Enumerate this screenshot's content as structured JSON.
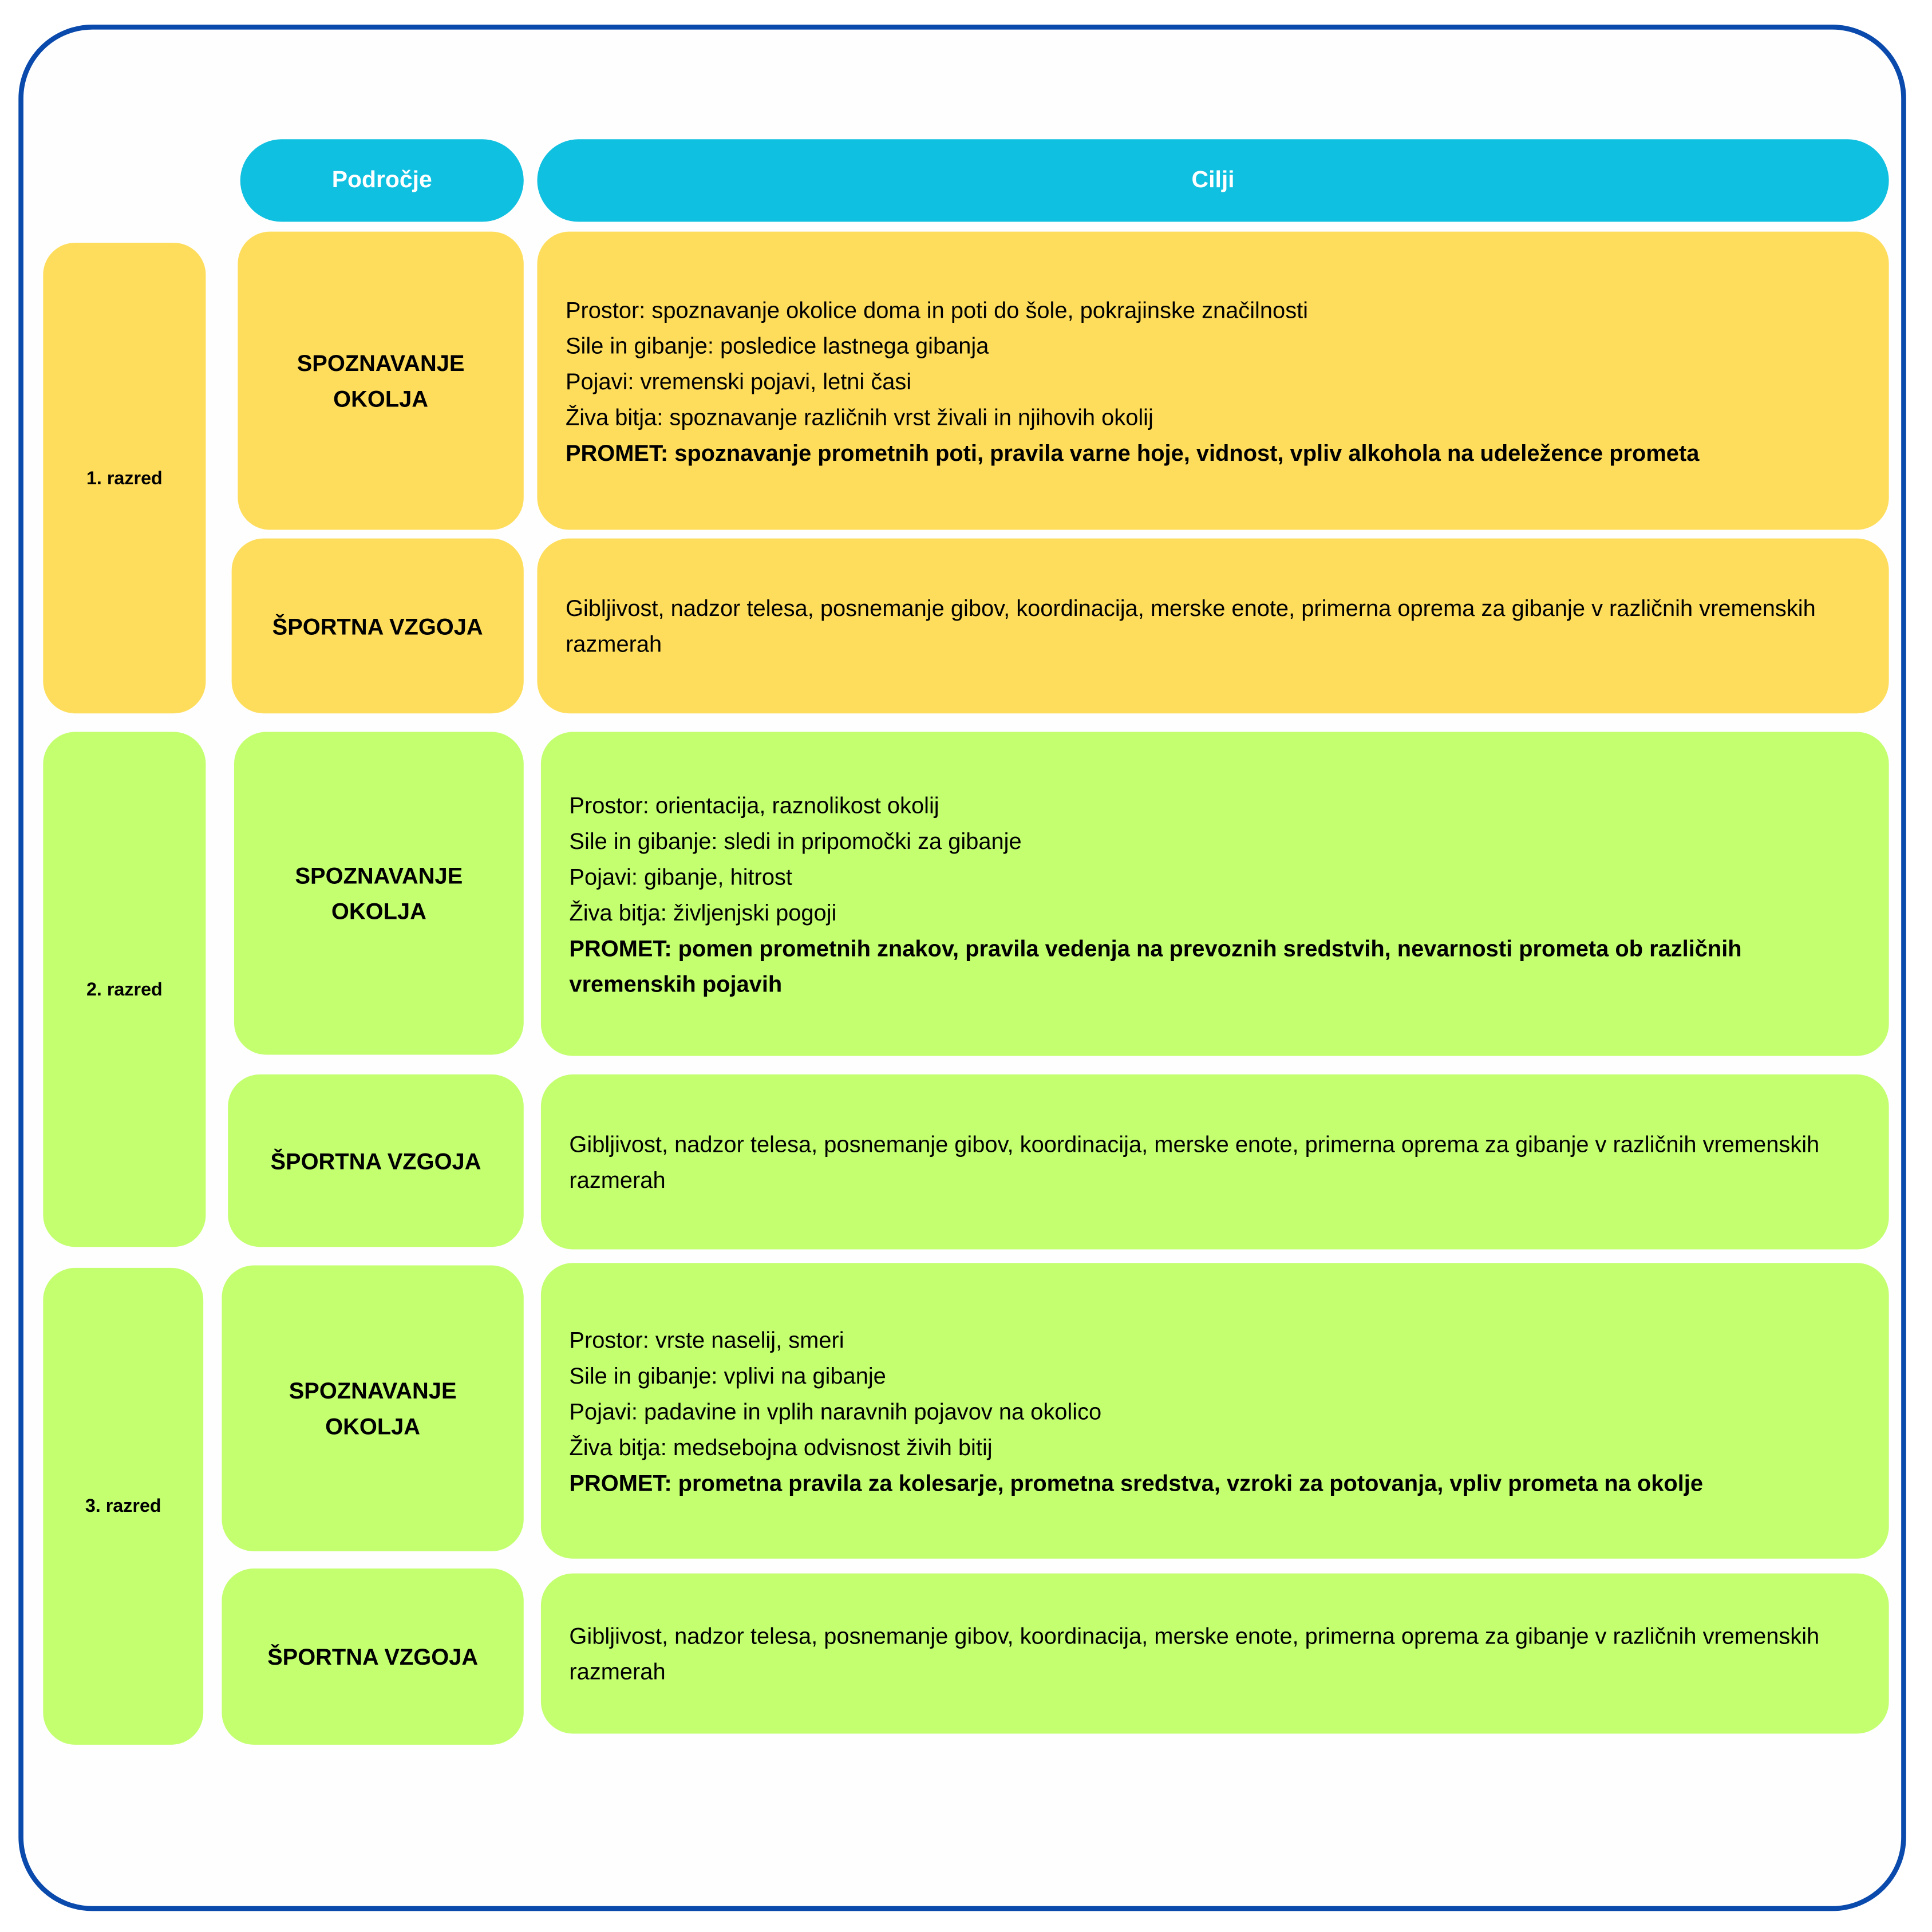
{
  "header": {
    "area": "Področje",
    "goals": "Cilji"
  },
  "colors": {
    "border": "#0a4aad",
    "header": "#10c0e0",
    "grade1": "#ffdd5c",
    "grade2_3": "#c4ff70"
  },
  "grades": [
    {
      "label": "1. razred",
      "env_area": "SPOZNAVANJE OKOLJA",
      "env_goals": [
        "Prostor: spoznavanje okolice doma in poti do šole, pokrajinske značilnosti",
        "Sile in gibanje: posledice lastnega gibanja",
        "Pojavi: vremenski pojavi, letni časi",
        "Živa bitja: spoznavanje različnih vrst živali in njihovih okolij"
      ],
      "env_traffic": "PROMET: spoznavanje prometnih poti, pravila varne hoje, vidnost, vpliv alkohola na udeležence prometa",
      "pe_area": "ŠPORTNA VZGOJA",
      "pe_goals": "Gibljivost, nadzor telesa, posnemanje gibov, koordinacija, merske enote, primerna oprema za gibanje v različnih vremenskih razmerah"
    },
    {
      "label": "2. razred",
      "env_area": "SPOZNAVANJE OKOLJA",
      "env_goals": [
        "Prostor: orientacija, raznolikost okolij",
        "Sile in gibanje: sledi in pripomočki za gibanje",
        "Pojavi: gibanje, hitrost",
        "Živa bitja: življenjski pogoji"
      ],
      "env_traffic": "PROMET: pomen prometnih znakov, pravila vedenja na prevoznih sredstvih, nevarnosti prometa ob različnih vremenskih pojavih",
      "pe_area": "ŠPORTNA VZGOJA",
      "pe_goals": "Gibljivost, nadzor telesa, posnemanje gibov, koordinacija, merske enote, primerna oprema za gibanje v različnih vremenskih razmerah"
    },
    {
      "label": "3. razred",
      "env_area": "SPOZNAVANJE OKOLJA",
      "env_goals": [
        "Prostor: vrste naselij, smeri",
        "Sile in gibanje: vplivi na gibanje",
        "Pojavi: padavine in vplih naravnih pojavov na okolico",
        "Živa bitja: medsebojna odvisnost živih bitij"
      ],
      "env_traffic": "PROMET: prometna pravila za kolesarje, prometna sredstva, vzroki za potovanja, vpliv prometa na okolje",
      "pe_area": "ŠPORTNA VZGOJA",
      "pe_goals": "Gibljivost, nadzor telesa, posnemanje gibov, koordinacija, merske enote, primerna oprema za gibanje v različnih vremenskih razmerah"
    }
  ]
}
